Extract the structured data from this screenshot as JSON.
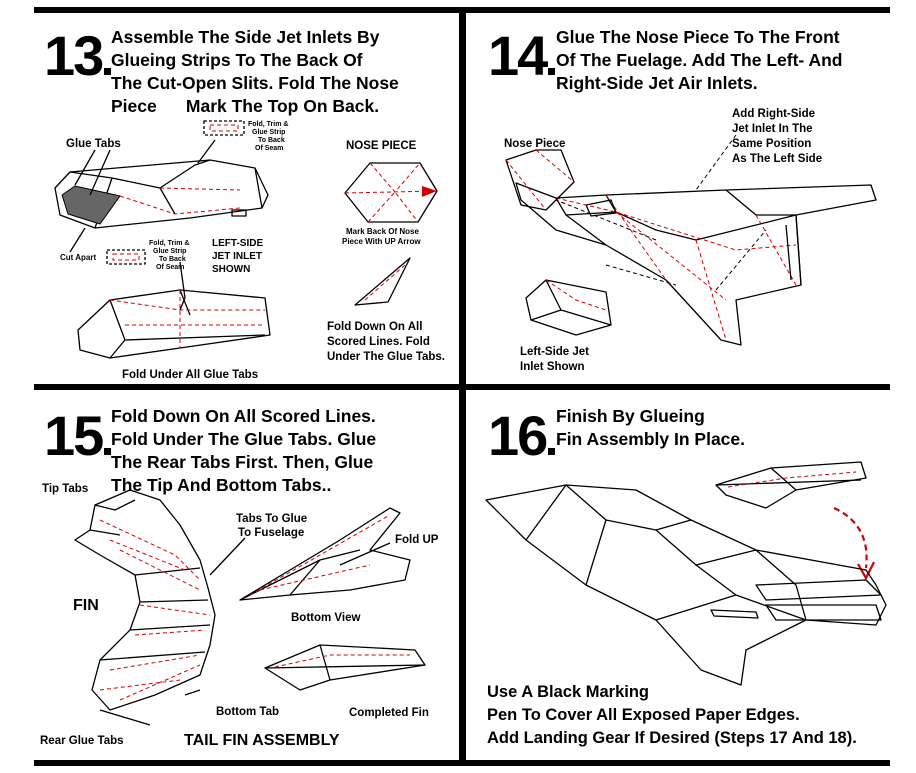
{
  "steps": [
    {
      "number": "13",
      "title_lines": [
        "Assemble The Side Jet Inlets By",
        "Glueing Strips To The Back Of",
        "The Cut-Open Slits. Fold The Nose",
        "Piece      Mark The Top On Back."
      ],
      "labels": {
        "glue_tabs": "Glue Tabs",
        "fold_trim_top": [
          "Fold, Trim &",
          "Glue Strip",
          "To Back",
          "Of Seam"
        ],
        "nose_piece": "NOSE PIECE",
        "mark_back": [
          "Mark Back Of Nose",
          "Piece With UP Arrow"
        ],
        "cut_apart": "Cut Apart",
        "fold_trim_mid": [
          "Fold, Trim &",
          "Glue Strip",
          "To Back",
          "Of Seam"
        ],
        "left_side": [
          "LEFT-SIDE",
          "JET INLET",
          "SHOWN"
        ],
        "fold_down": [
          "Fold Down On All",
          "Scored Lines. Fold",
          "Under The Glue Tabs."
        ],
        "fold_under": "Fold Under All Glue Tabs"
      }
    },
    {
      "number": "14",
      "title_lines": [
        "Glue The Nose Piece To The Front",
        "Of The Fuelage. Add The Left- And",
        "Right-Side Jet Air Inlets."
      ],
      "labels": {
        "nose_piece": "Nose Piece",
        "add_right": [
          "Add Right-Side",
          "Jet Inlet In The",
          "Same Position",
          "As The Left Side"
        ],
        "left_shown": [
          "Left-Side Jet",
          "Inlet Shown"
        ]
      }
    },
    {
      "number": "15",
      "title_lines": [
        "Fold Down On All Scored Lines.",
        "Fold Under The Glue Tabs. Glue",
        "The Rear Tabs First. Then, Glue",
        "The Tip And Bottom Tabs.."
      ],
      "labels": {
        "tip_tabs": "Tip Tabs",
        "tabs_to_glue": [
          "Tabs To Glue",
          "To Fuselage"
        ],
        "fold_up": "Fold UP",
        "fin": "FIN",
        "bottom_view": "Bottom View",
        "bottom_tab": "Bottom Tab",
        "completed_fin": "Completed Fin",
        "rear_glue_tabs": "Rear Glue Tabs",
        "tail_fin_assembly": "TAIL FIN ASSEMBLY"
      }
    },
    {
      "number": "16",
      "title_lines": [
        "Finish By Glueing",
        "Fin Assembly In Place."
      ],
      "footer_lines": [
        "Use A Black Marking",
        "Pen To Cover All Exposed Paper Edges.",
        "Add Landing Gear If Desired (Steps 17 And 18)."
      ]
    }
  ],
  "colors": {
    "ink": "#000000",
    "fold_line": "#d40000"
  }
}
